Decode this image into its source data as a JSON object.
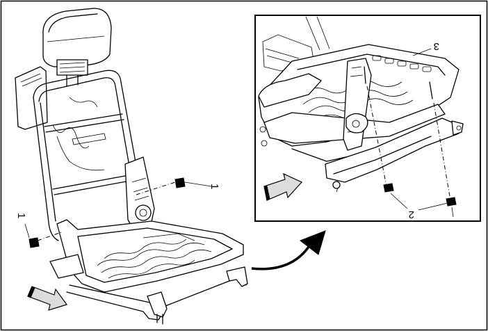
{
  "callouts": {
    "left_fastener_lower": "1",
    "left_fastener_upper": "1",
    "detail_nuts": "2",
    "detail_cushion_frame": "3"
  },
  "colors": {
    "ink": "#000000",
    "paper": "#ffffff",
    "shade": "#dcdcdc"
  },
  "icons": [
    "view-direction-arrow-icon",
    "detail-transition-arrow-icon"
  ]
}
